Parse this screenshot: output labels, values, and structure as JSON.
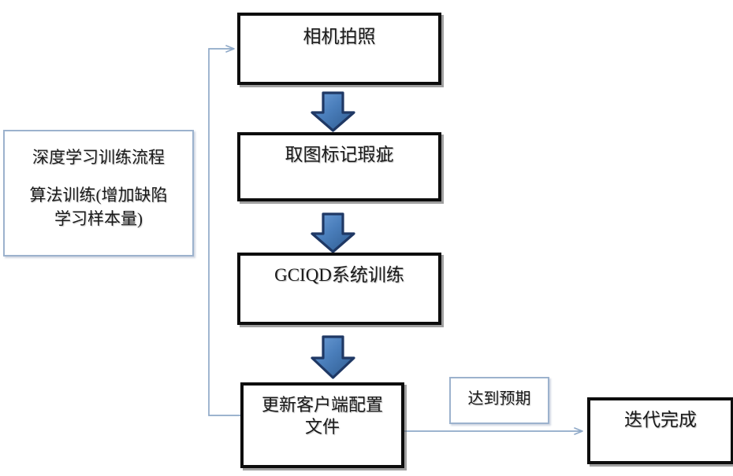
{
  "diagram": {
    "type": "flowchart",
    "title_note": "深度学习训练流程",
    "palette": {
      "box_border": "#0d0d0d",
      "note_border": "#9cb2cd",
      "connector_line": "#8fa9c8",
      "block_arrow_fill": "#4a7ebb",
      "block_arrow_outline": "#1f3864",
      "background": "#ffffff",
      "text": "#1a1a1a"
    },
    "side_note": {
      "line1": "深度学习训练流程",
      "line2": "算法训练(增加缺陷\n学习样本量)"
    },
    "nodes": [
      {
        "id": "camera",
        "label": "相机拍照",
        "shape": "process"
      },
      {
        "id": "mark",
        "label": "取图标记瑕疵",
        "shape": "process"
      },
      {
        "id": "train",
        "label": "GCIQD系统训练",
        "shape": "process"
      },
      {
        "id": "update",
        "label": "更新客户端配置\n文件",
        "shape": "process"
      },
      {
        "id": "expected",
        "label": "达到预期",
        "shape": "note"
      },
      {
        "id": "done",
        "label": "迭代完成",
        "shape": "process"
      }
    ],
    "edges": [
      {
        "from": "camera",
        "to": "mark",
        "style": "block-arrow",
        "direction": "down"
      },
      {
        "from": "mark",
        "to": "train",
        "style": "block-arrow",
        "direction": "down"
      },
      {
        "from": "train",
        "to": "update",
        "style": "block-arrow",
        "direction": "down"
      },
      {
        "from": "update",
        "to": "done",
        "style": "thin-line",
        "direction": "right",
        "label": "达到预期"
      },
      {
        "from": "update",
        "to": "camera",
        "style": "thin-line",
        "direction": "feedback-loop-left"
      }
    ]
  }
}
